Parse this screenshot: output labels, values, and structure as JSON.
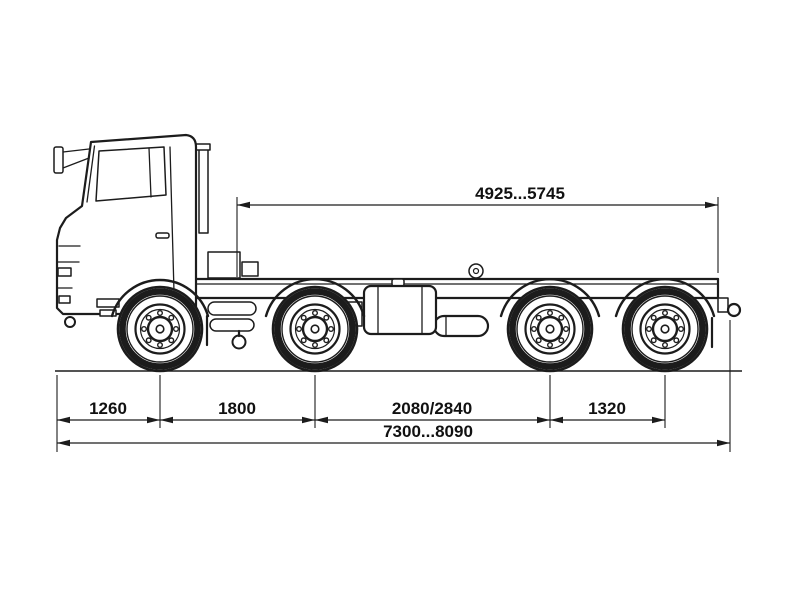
{
  "diagram": {
    "dimensions": {
      "top_span": "4925...5745",
      "front_overhang": "1260",
      "axle_spacing_1_2": "1800",
      "axle_spacing_2_3": "2080/2840",
      "axle_spacing_3_4": "1320",
      "overall_length": "7300...8090"
    },
    "colors": {
      "line": "#1c1c1c",
      "background": "#ffffff"
    }
  }
}
